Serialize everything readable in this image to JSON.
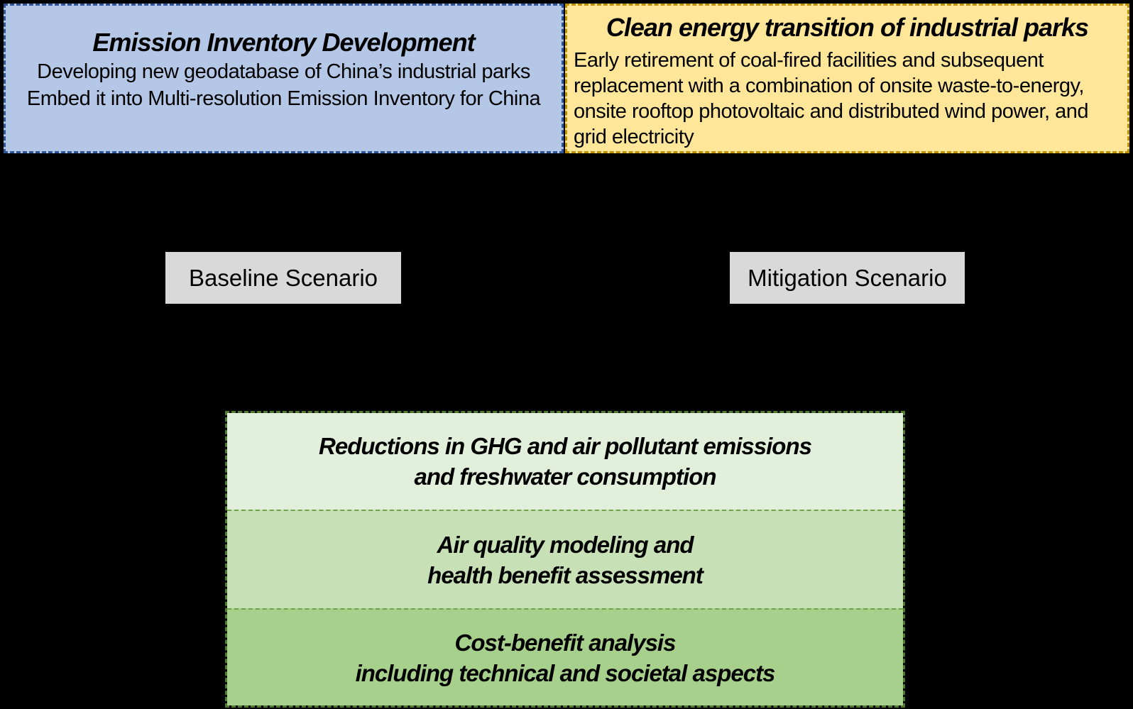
{
  "palette": {
    "background": "#000000",
    "blue_fill": "#b4c7e7",
    "blue_border": "#2e5696",
    "yellow_fill": "#ffe699",
    "yellow_border": "#bf9000",
    "gray_fill": "#d9d9d9",
    "green_border": "#4f7a2f",
    "green_fill_light": "#e2efda",
    "green_fill_medium": "#c8e0b6",
    "green_fill_dark": "#a7d08c"
  },
  "emission": {
    "title": "Emission Inventory Development",
    "lines": [
      "Developing new geodatabase of China’s industrial parks",
      "Embed it into Multi-resolution Emission Inventory for China"
    ]
  },
  "clean_energy": {
    "title": "Clean energy transition of industrial parks",
    "lines": [
      "Early retirement of coal-fired facilities and subsequent",
      "replacement with a combination of onsite waste-to-energy,",
      "onsite rooftop photovoltaic and distributed wind power, and",
      "grid electricity"
    ]
  },
  "scenarios": {
    "baseline": "Baseline Scenario",
    "mitigation": "Mitigation Scenario"
  },
  "outcomes": {
    "sections": [
      {
        "lines": [
          "Reductions in GHG and air pollutant emissions",
          "and freshwater consumption"
        ]
      },
      {
        "lines": [
          "Air quality modeling and",
          "health benefit assessment"
        ]
      },
      {
        "lines": [
          "Cost-benefit analysis",
          "including technical and societal aspects"
        ]
      }
    ]
  }
}
